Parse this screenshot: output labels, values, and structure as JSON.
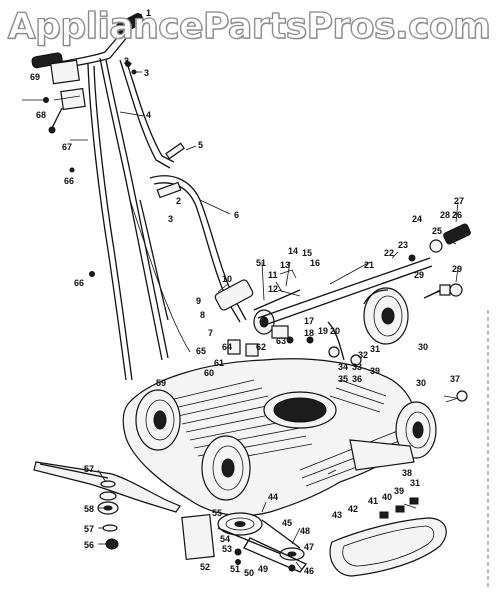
{
  "watermark": {
    "text": "AppliancePartsPros.com"
  },
  "callouts": [
    {
      "id": "c1",
      "text": "1"
    },
    {
      "id": "c2a",
      "text": "2"
    },
    {
      "id": "c3a",
      "text": "3"
    },
    {
      "id": "c4",
      "text": "4"
    },
    {
      "id": "c5",
      "text": "5"
    },
    {
      "id": "c6",
      "text": "6"
    },
    {
      "id": "c2b",
      "text": "2"
    },
    {
      "id": "c3b",
      "text": "3"
    },
    {
      "id": "c10",
      "text": "10"
    },
    {
      "id": "c11",
      "text": "11"
    },
    {
      "id": "c12",
      "text": "12"
    },
    {
      "id": "c13",
      "text": "13"
    },
    {
      "id": "c14",
      "text": "14"
    },
    {
      "id": "c15",
      "text": "15"
    },
    {
      "id": "c16",
      "text": "16"
    },
    {
      "id": "c17",
      "text": "17"
    },
    {
      "id": "c18",
      "text": "18"
    },
    {
      "id": "c19",
      "text": "19"
    },
    {
      "id": "c20",
      "text": "20"
    },
    {
      "id": "c21",
      "text": "21"
    },
    {
      "id": "c22",
      "text": "22"
    },
    {
      "id": "c23",
      "text": "23"
    },
    {
      "id": "c24",
      "text": "24"
    },
    {
      "id": "c25",
      "text": "25"
    },
    {
      "id": "c26",
      "text": "26"
    },
    {
      "id": "c27",
      "text": "27"
    },
    {
      "id": "c28",
      "text": "28"
    },
    {
      "id": "c29a",
      "text": "29"
    },
    {
      "id": "c29b",
      "text": "29"
    },
    {
      "id": "c30a",
      "text": "30"
    },
    {
      "id": "c30b",
      "text": "30"
    },
    {
      "id": "c31a",
      "text": "31"
    },
    {
      "id": "c31b",
      "text": "31"
    },
    {
      "id": "c32",
      "text": "32"
    },
    {
      "id": "c33",
      "text": "33"
    },
    {
      "id": "c34",
      "text": "34"
    },
    {
      "id": "c35",
      "text": "35"
    },
    {
      "id": "c36",
      "text": "36"
    },
    {
      "id": "c37",
      "text": "37"
    },
    {
      "id": "c38",
      "text": "38"
    },
    {
      "id": "c39a",
      "text": "39"
    },
    {
      "id": "c39b",
      "text": "39"
    },
    {
      "id": "c40",
      "text": "40"
    },
    {
      "id": "c41",
      "text": "41"
    },
    {
      "id": "c42",
      "text": "42"
    },
    {
      "id": "c43",
      "text": "43"
    },
    {
      "id": "c44",
      "text": "44"
    },
    {
      "id": "c45",
      "text": "45"
    },
    {
      "id": "c46",
      "text": "46"
    },
    {
      "id": "c47",
      "text": "47"
    },
    {
      "id": "c48",
      "text": "48"
    },
    {
      "id": "c49",
      "text": "49"
    },
    {
      "id": "c50",
      "text": "50"
    },
    {
      "id": "c51a",
      "text": "51"
    },
    {
      "id": "c51b",
      "text": "51"
    },
    {
      "id": "c52",
      "text": "52"
    },
    {
      "id": "c53",
      "text": "53"
    },
    {
      "id": "c54",
      "text": "54"
    },
    {
      "id": "c55",
      "text": "55"
    },
    {
      "id": "c56",
      "text": "56"
    },
    {
      "id": "c57a",
      "text": "57"
    },
    {
      "id": "c57b",
      "text": "57"
    },
    {
      "id": "c58",
      "text": "58"
    },
    {
      "id": "c59",
      "text": "59"
    },
    {
      "id": "c60",
      "text": "60"
    },
    {
      "id": "c61",
      "text": "61"
    },
    {
      "id": "c62",
      "text": "62"
    },
    {
      "id": "c63",
      "text": "63"
    },
    {
      "id": "c64",
      "text": "64"
    },
    {
      "id": "c65",
      "text": "65"
    },
    {
      "id": "c66a",
      "text": "66"
    },
    {
      "id": "c66b",
      "text": "66"
    },
    {
      "id": "c67",
      "text": "67"
    },
    {
      "id": "c68",
      "text": "68"
    },
    {
      "id": "c69",
      "text": "69"
    },
    {
      "id": "c7",
      "text": "7"
    },
    {
      "id": "c8",
      "text": "8"
    },
    {
      "id": "c9",
      "text": "9"
    }
  ]
}
